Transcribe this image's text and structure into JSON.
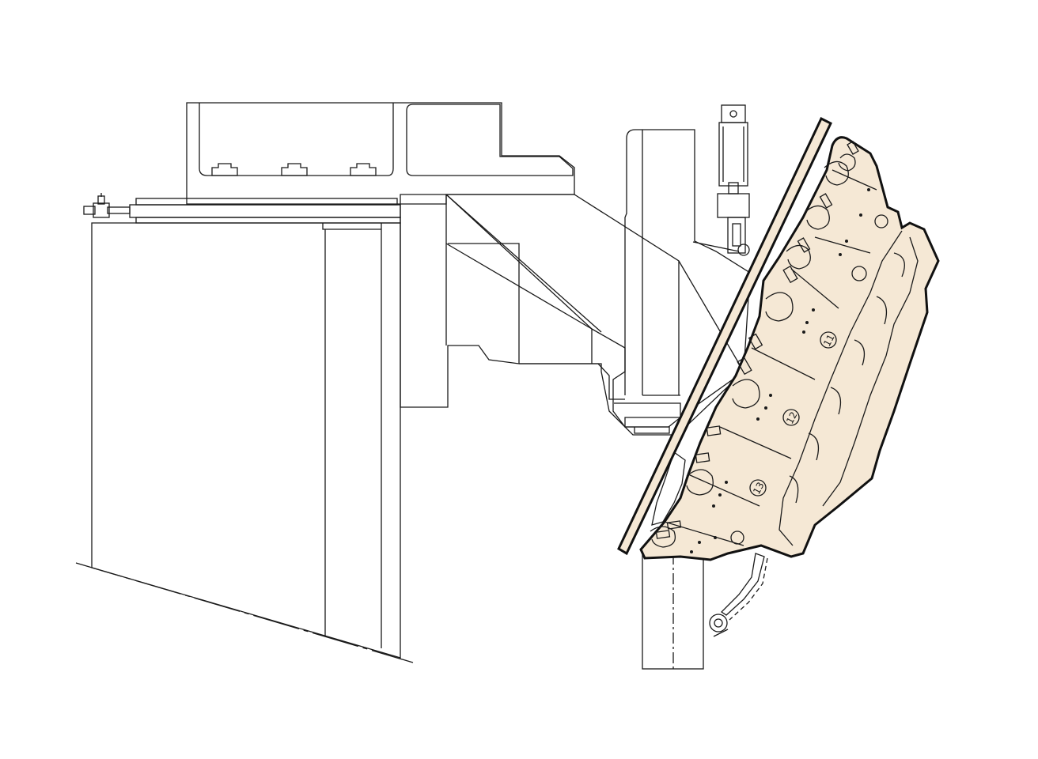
{
  "colors": {
    "machine": "#c9e2f1",
    "turret": "#f5e8d5",
    "tool_holder": "#dcc4e0",
    "workpiece": "#c3e4e6",
    "line": "#1a1a1a",
    "background": "#ffffff"
  },
  "diagram": {
    "station_labels": [
      "11",
      "12",
      "13"
    ]
  }
}
